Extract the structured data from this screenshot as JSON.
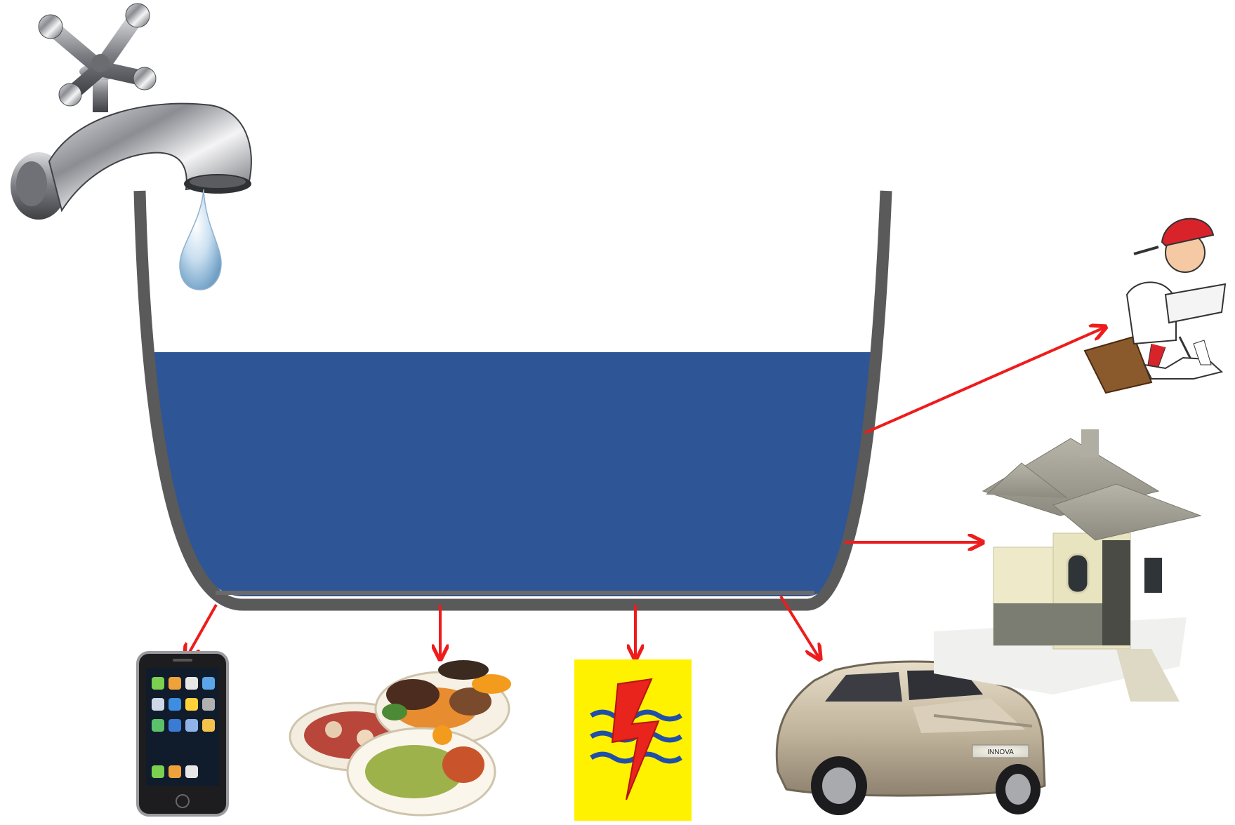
{
  "diagram": {
    "source": {
      "icon": "water-faucet-icon"
    },
    "container": {
      "icon": "basin-icon",
      "fill_level": 0.6
    },
    "outflows": [
      {
        "id": "phone",
        "icon": "smartphone-icon"
      },
      {
        "id": "food",
        "icon": "food-plates-icon"
      },
      {
        "id": "electricity",
        "icon": "electricity-logo-icon"
      },
      {
        "id": "car",
        "icon": "car-icon"
      },
      {
        "id": "house",
        "icon": "house-icon"
      },
      {
        "id": "education",
        "icon": "student-reading-icon"
      }
    ]
  },
  "colors": {
    "water": "#2e5596",
    "basin": "#5a5a5a",
    "arrow": "#ee1c1c",
    "electric_bg": "#fff200",
    "electric_bolt": "#e8241c",
    "electric_wave": "#1f4fa8"
  },
  "labels": {
    "car_plate": "INNOVA"
  }
}
